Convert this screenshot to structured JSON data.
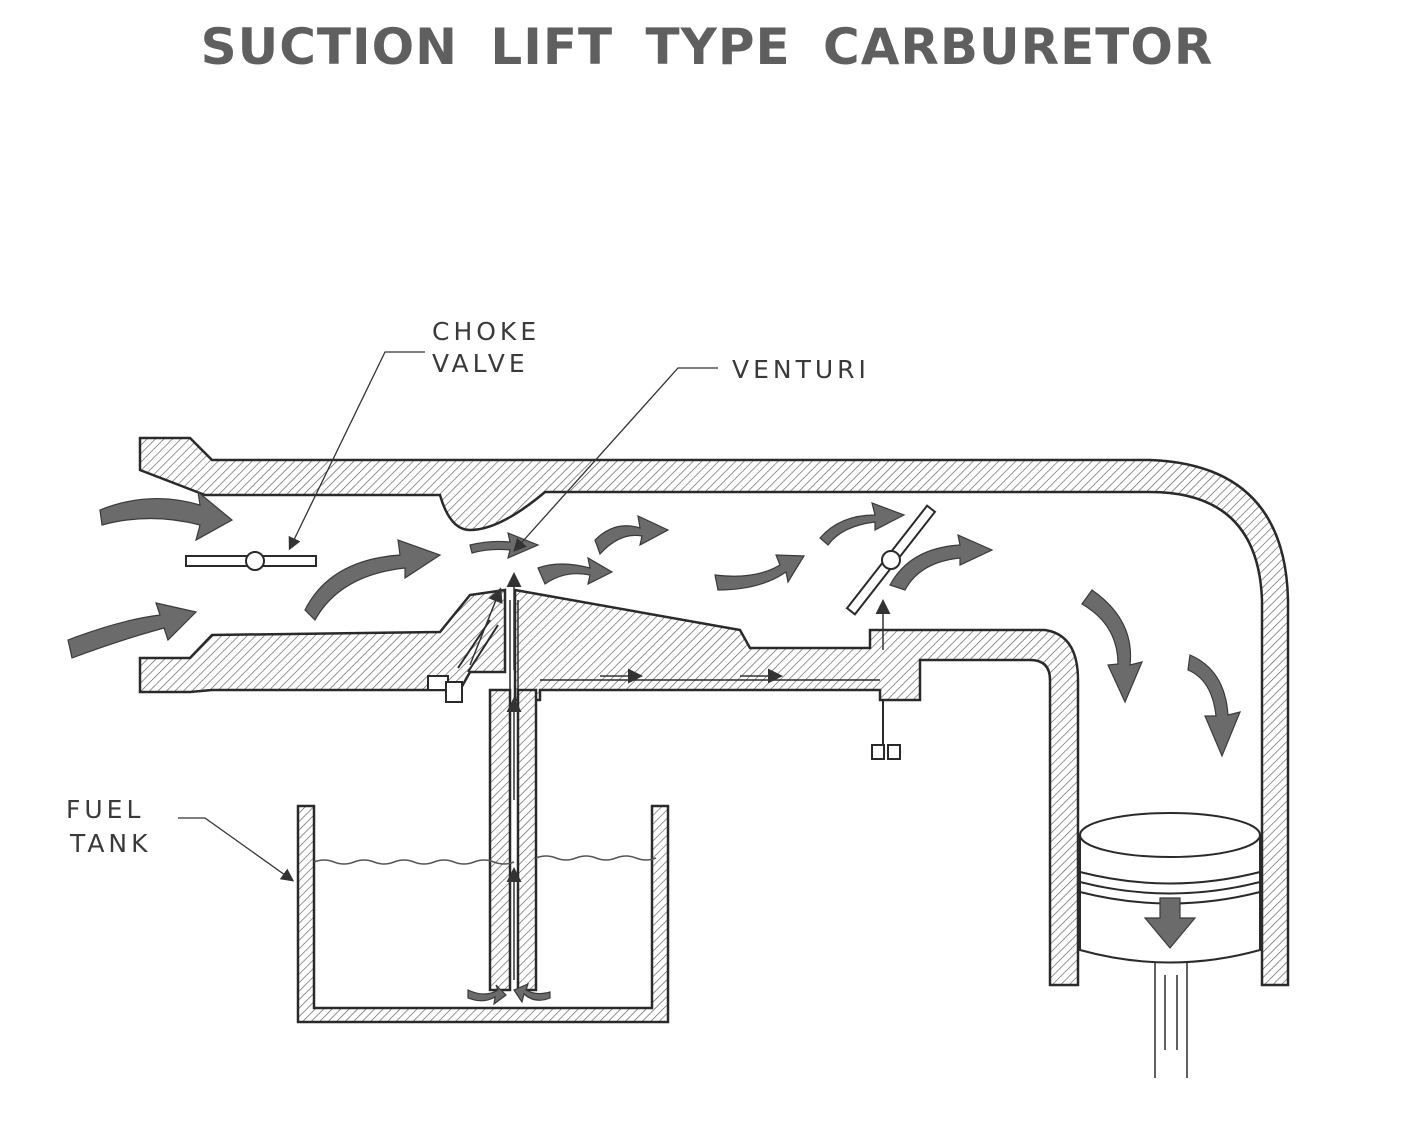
{
  "title": "SUCTION  LIFT TYPE  CARBURETOR",
  "labels": {
    "choke_line1": "CHOKE",
    "choke_line2": "VALVE",
    "venturi": "VENTURI",
    "fuel_line1": "FUEL",
    "fuel_line2": "TANK"
  },
  "colors": {
    "ink": "#2a2a2a",
    "arrow": "#6b6b6b",
    "hatch": "#555555"
  }
}
